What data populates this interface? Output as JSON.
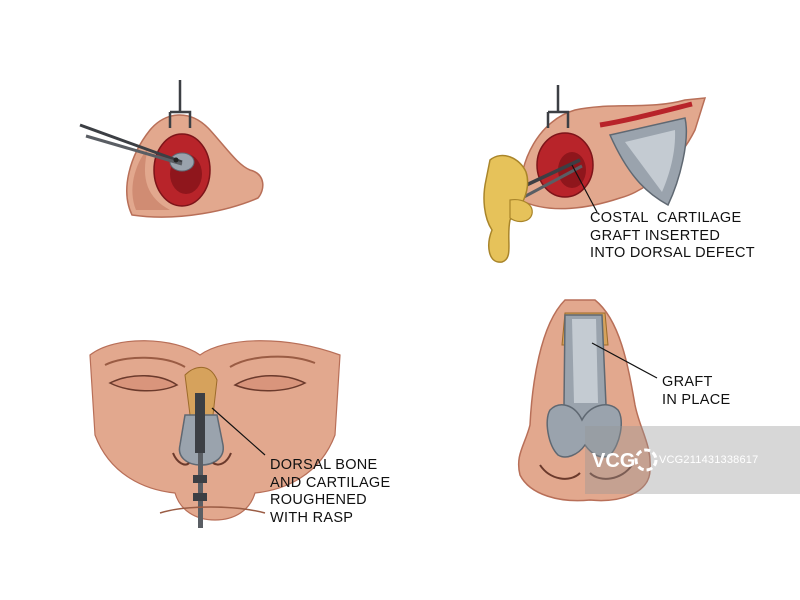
{
  "labels": {
    "top_right": [
      "COSTAL  CARTILAGE",
      "GRAFT INSERTED",
      "INTO DORSAL DEFECT"
    ],
    "bottom_left": [
      "DORSAL BONE",
      "AND CARTILAGE",
      "ROUGHENED",
      "WITH RASP"
    ],
    "bottom_right": [
      "GRAFT",
      "IN PLACE"
    ]
  },
  "watermark": {
    "logo_text": "VCG",
    "id_text": "VCG211431338617"
  },
  "colors": {
    "skin": "#e2a88e",
    "skin_shadow": "#b86f58",
    "cavity": "#b8242a",
    "cartilage": "#9aa3ad",
    "cartilage_dark": "#5f6872",
    "bone_tan": "#d6a25c",
    "glove": "#e6c25a",
    "metal": "#3c3f44"
  }
}
